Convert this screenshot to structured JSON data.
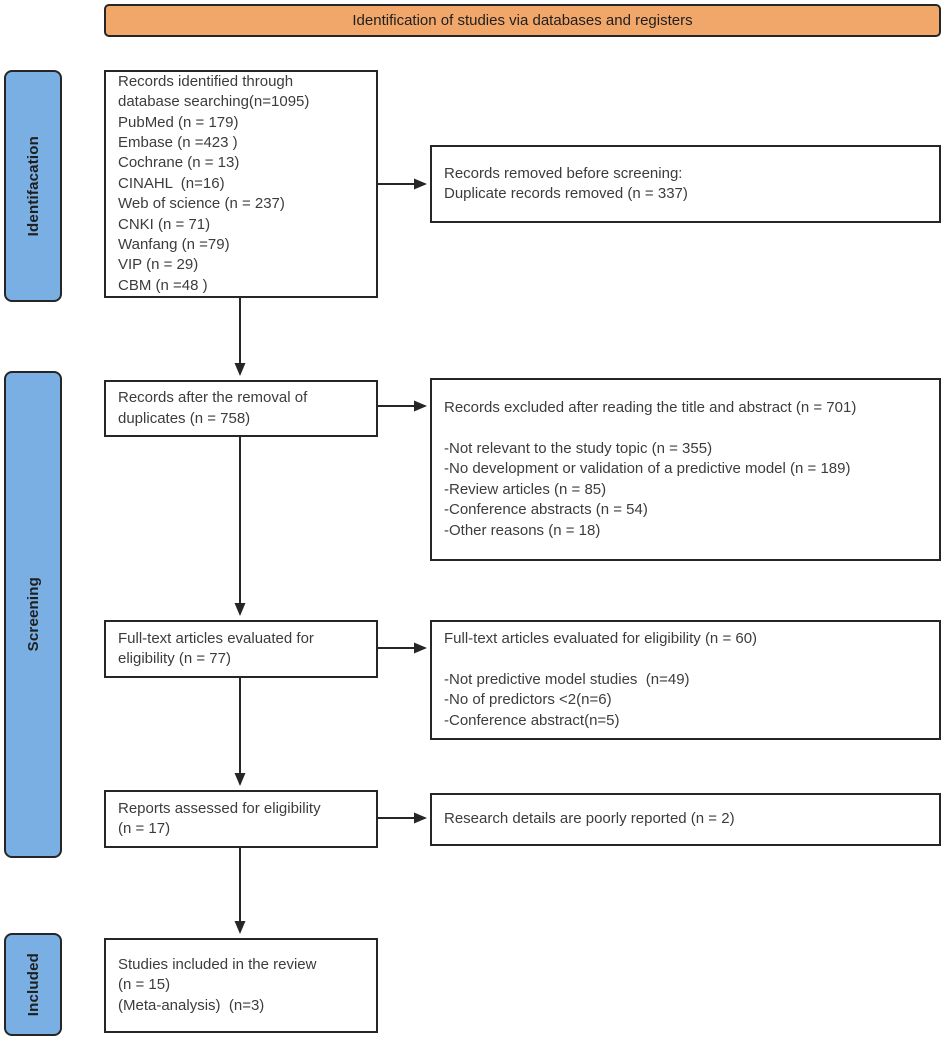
{
  "banner": {
    "label": "Identification of studies via databases and registers"
  },
  "colors": {
    "banner_bg": "#F2A76A",
    "stage_bg": "#7AAFE4",
    "line": "#262626",
    "text": "#3C3C3C"
  },
  "stages": [
    {
      "label": "Identifacation"
    },
    {
      "label": "Screening"
    },
    {
      "label": "Included"
    }
  ],
  "boxes": {
    "records_identified": {
      "lines": [
        "Records identified through",
        "database searching(n=1095)",
        "PubMed (n = 179)",
        "Embase (n =423 )",
        "Cochrane (n = 13)",
        "CINAHL  (n=16)",
        "Web of science (n = 237)",
        "CNKI (n = 71)",
        "Wanfang (n =79)",
        "VIP (n = 29)",
        "CBM (n =48 )"
      ]
    },
    "after_duplicates": {
      "lines": [
        "Records after the removal of",
        "duplicates (n = 758)"
      ]
    },
    "fulltext_evaluated": {
      "lines": [
        "Full-text articles evaluated for",
        "eligibility (n = 77)"
      ]
    },
    "reports_assessed": {
      "lines": [
        "Reports assessed for eligibility",
        "(n = 17)"
      ]
    },
    "studies_included": {
      "lines": [
        "Studies included in the review",
        "(n = 15)",
        "(Meta-analysis)  (n=3)"
      ]
    },
    "records_removed": {
      "lines": [
        "Records removed before screening:",
        "Duplicate records removed (n = 337)"
      ]
    },
    "records_excluded": {
      "lines": [
        "Records excluded after reading the title and abstract (n = 701)",
        "",
        "-Not relevant to the study topic (n = 355)",
        "-No development or validation of a predictive model (n = 189)",
        "-Review articles (n = 85)",
        "-Conference abstracts (n = 54)",
        "-Other reasons (n = 18)"
      ]
    },
    "fulltext_excluded": {
      "lines": [
        "Full-text articles evaluated for eligibility (n = 60)",
        "",
        "-Not predictive model studies  (n=49)",
        "-No of predictors <2(n=6)",
        "-Conference abstract(n=5)"
      ]
    },
    "poorly_reported": {
      "lines": [
        "Research details are poorly reported (n = 2)"
      ]
    }
  }
}
